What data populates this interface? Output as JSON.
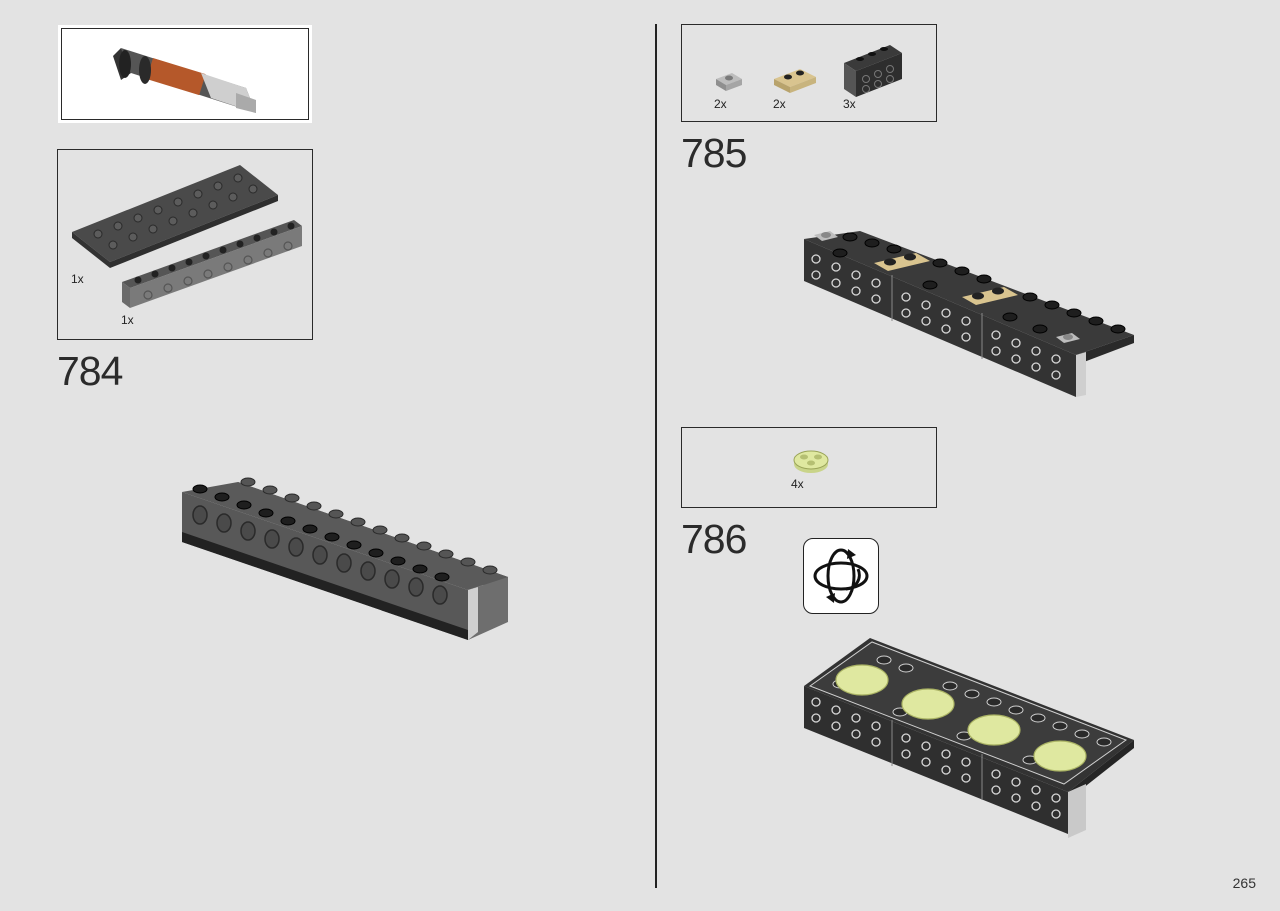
{
  "page": {
    "number": "265"
  },
  "steps": [
    {
      "number": "784",
      "parts": [
        {
          "qty": "1x",
          "name": "plate-icon"
        },
        {
          "qty": "1x",
          "name": "technic-brick-icon"
        }
      ]
    },
    {
      "number": "785",
      "parts": [
        {
          "qty": "2x",
          "name": "light-gray-tile-icon"
        },
        {
          "qty": "2x",
          "name": "tan-plate-icon"
        },
        {
          "qty": "3x",
          "name": "black-bracket-icon"
        }
      ]
    },
    {
      "number": "786",
      "parts": [
        {
          "qty": "4x",
          "name": "round-plate-icon"
        }
      ]
    }
  ],
  "colors": {
    "background": "#e3e3e3",
    "dark_gray_brick": "#4a4a4a",
    "black_brick": "#2a2a2a",
    "tan": "#d9c48f",
    "yellow_green": "#dfe8a0",
    "orange_panel": "#b5582a"
  }
}
